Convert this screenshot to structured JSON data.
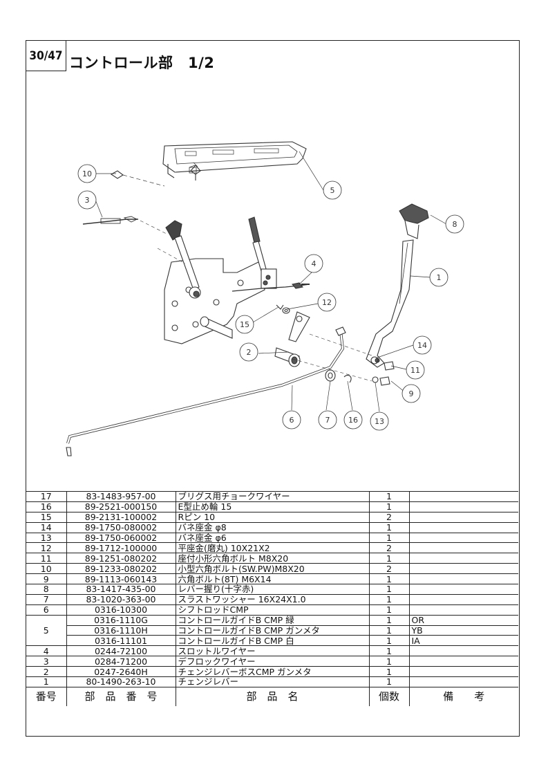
{
  "page_number": "30/47",
  "title": "コントロール部　1/2",
  "callouts": [
    "1",
    "2",
    "3",
    "4",
    "5",
    "6",
    "7",
    "8",
    "9",
    "10",
    "11",
    "12",
    "13",
    "14",
    "15",
    "16"
  ],
  "table": {
    "headers": {
      "no": "番号",
      "part_number": "部　品　番　号",
      "part_name": "部　品　名",
      "qty": "個数",
      "remarks": "備　　考"
    },
    "rows": [
      {
        "no": "17",
        "part_number": "83-1483-957-00",
        "part_name": "ブリグス用チョークワイヤー",
        "qty": "1",
        "remarks": ""
      },
      {
        "no": "16",
        "part_number": "89-2521-000150",
        "part_name": "E型止め輪 15",
        "qty": "1",
        "remarks": ""
      },
      {
        "no": "15",
        "part_number": "89-2131-100002",
        "part_name": "Rピン 10",
        "qty": "2",
        "remarks": ""
      },
      {
        "no": "14",
        "part_number": "89-1750-080002",
        "part_name": "バネ座金 φ8",
        "qty": "1",
        "remarks": ""
      },
      {
        "no": "13",
        "part_number": "89-1750-060002",
        "part_name": "バネ座金 φ6",
        "qty": "1",
        "remarks": ""
      },
      {
        "no": "12",
        "part_number": "89-1712-100000",
        "part_name": "平座金(磨丸) 10X21X2",
        "qty": "2",
        "remarks": ""
      },
      {
        "no": "11",
        "part_number": "89-1251-080202",
        "part_name": "座付小形六角ボルト M8X20",
        "qty": "1",
        "remarks": ""
      },
      {
        "no": "10",
        "part_number": "89-1233-080202",
        "part_name": "小型六角ボルト(SW.PW)M8X20",
        "qty": "2",
        "remarks": ""
      },
      {
        "no": "9",
        "part_number": "89-1113-060143",
        "part_name": "六角ボルト(8T) M6X14",
        "qty": "1",
        "remarks": ""
      },
      {
        "no": "8",
        "part_number": "83-1417-435-00",
        "part_name": "レバー握り(十字赤)",
        "qty": "1",
        "remarks": ""
      },
      {
        "no": "7",
        "part_number": "83-1020-363-00",
        "part_name": "スラストワッシャー 16X24X1.0",
        "qty": "1",
        "remarks": ""
      },
      {
        "no": "6",
        "part_number": "0316-10300",
        "part_name": "シフトロッドCMP",
        "qty": "1",
        "remarks": ""
      },
      {
        "no": "5",
        "part_number": "0316-1110G",
        "part_name": "コントロールガイドB CMP 緑",
        "qty": "1",
        "remarks": "OR"
      },
      {
        "no": "",
        "part_number": "0316-1110H",
        "part_name": "コントロールガイドB CMP ガンメタ",
        "qty": "1",
        "remarks": "YB"
      },
      {
        "no": "",
        "part_number": "0316-11101",
        "part_name": "コントロールガイドB CMP 白",
        "qty": "1",
        "remarks": "IA"
      },
      {
        "no": "4",
        "part_number": "0244-72100",
        "part_name": "スロットルワイヤー",
        "qty": "1",
        "remarks": ""
      },
      {
        "no": "3",
        "part_number": "0284-71200",
        "part_name": "デフロックワイヤー",
        "qty": "1",
        "remarks": ""
      },
      {
        "no": "2",
        "part_number": "0247-2640H",
        "part_name": "チェンジレバーボスCMP ガンメタ",
        "qty": "1",
        "remarks": ""
      },
      {
        "no": "1",
        "part_number": "80-1490-263-10",
        "part_name": "チェンジレバー",
        "qty": "1",
        "remarks": ""
      }
    ]
  }
}
